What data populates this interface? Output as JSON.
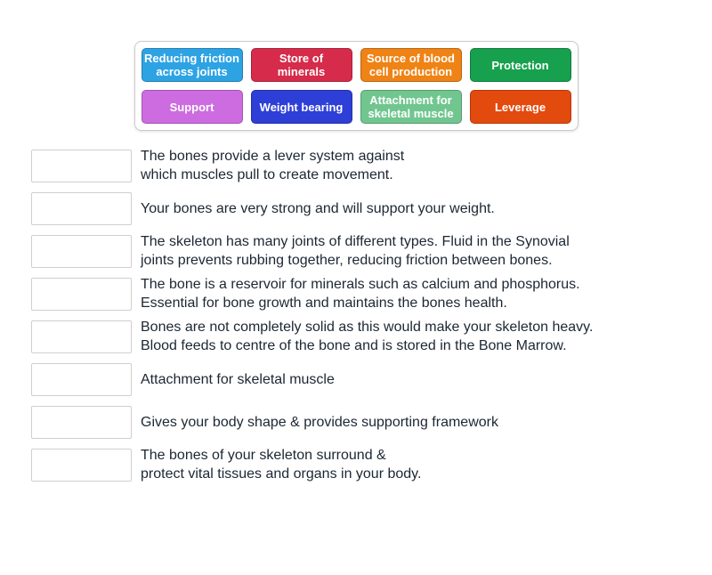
{
  "tile_bank": {
    "tiles": [
      {
        "label": "Reducing friction\nacross joints",
        "color": "#2ea3e4"
      },
      {
        "label": "Store of\nminerals",
        "color": "#d62b4a"
      },
      {
        "label": "Source of blood\ncell production",
        "color": "#ef8315"
      },
      {
        "label": "Protection",
        "color": "#17a04e"
      },
      {
        "label": "Support",
        "color": "#cd6ce0"
      },
      {
        "label": "Weight bearing",
        "color": "#2e3fd7"
      },
      {
        "label": "Attachment for\nskeletal muscle",
        "color": "#71c68f"
      },
      {
        "label": "Leverage",
        "color": "#e34a0e"
      }
    ]
  },
  "match_items": [
    {
      "text": "The bones provide a lever system against\nwhich muscles pull to create movement."
    },
    {
      "text": "Your bones are very strong and will support your weight."
    },
    {
      "text": "The skeleton has many joints of different types. Fluid in the Synovial\njoints prevents rubbing together, reducing friction between bones."
    },
    {
      "text": "The bone is a reservoir for minerals such as calcium and phosphorus.\nEssential for bone growth and maintains the bones health."
    },
    {
      "text": "Bones are not completely solid as this would make your skeleton heavy.\nBlood feeds to centre of the bone and is stored in the Bone Marrow."
    },
    {
      "text": "Attachment for skeletal muscle"
    },
    {
      "text": "Gives your body shape & provides supporting framework"
    },
    {
      "text": "The bones of your skeleton surround &\nprotect vital tissues and organs in your body."
    }
  ],
  "colors": {
    "page_background": "#ffffff",
    "panel_border": "#c7ccd1",
    "drop_zone_border": "#cfcfcf",
    "clue_text": "#1c2733"
  }
}
